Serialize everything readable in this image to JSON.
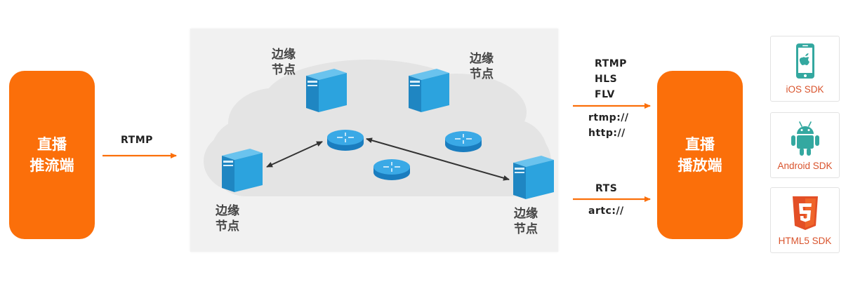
{
  "pusher": {
    "line1": "直播",
    "line2": "推流端"
  },
  "player": {
    "line1": "直播",
    "line2": "播放端"
  },
  "left_protocol": "RTMP",
  "output_protocols_top": [
    "RTMP",
    "HLS",
    "FLV"
  ],
  "output_urls_top": [
    "rtmp://",
    "http://"
  ],
  "output_protocol_bottom": "RTS",
  "output_url_bottom": "artc://",
  "edge_nodes": [
    {
      "line1": "边缘",
      "line2": "节点"
    },
    {
      "line1": "边缘",
      "line2": "节点"
    },
    {
      "line1": "边缘",
      "line2": "节点"
    },
    {
      "line1": "边缘",
      "line2": "节点"
    }
  ],
  "sdks": [
    {
      "label": "iOS SDK",
      "icon": "ios-phone-icon"
    },
    {
      "label": "Android SDK",
      "icon": "android-icon"
    },
    {
      "label": "HTML5 SDK",
      "icon": "html5-icon"
    }
  ],
  "colors": {
    "accent": "#fb6f0a",
    "server": "#2a9bd6",
    "router": "#1e88d0",
    "cloud": "#e3e3e3",
    "sdk_text": "#d9532c"
  }
}
